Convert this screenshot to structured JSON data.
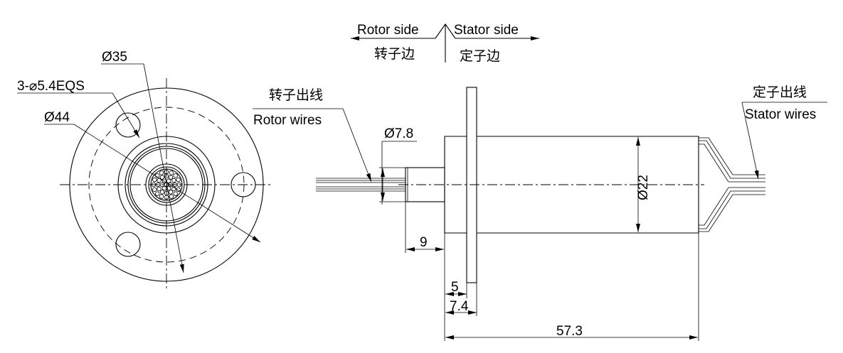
{
  "title": "Slip ring outline drawing",
  "direction": {
    "rotor_side_en": "Rotor side",
    "rotor_side_cn": "转子边",
    "stator_side_en": "Stator side",
    "stator_side_cn": "定子边"
  },
  "front_view": {
    "mount_holes_label": "3-⌀5.4EQS",
    "pcd_label": "Ø35",
    "flange_label": "Ø44"
  },
  "side_view": {
    "rotor_wires_cn": "转子出线",
    "rotor_wires_en": "Rotor wires",
    "stator_wires_cn": "定子出线",
    "stator_wires_en": "Stator wires",
    "shaft_dia_label": "Ø7.8",
    "body_dia_label": "Ø22",
    "shaft_len_label": "9",
    "flange_thk_label": "5",
    "flange_pos_label": "7.4",
    "total_len_label": "57.3"
  }
}
